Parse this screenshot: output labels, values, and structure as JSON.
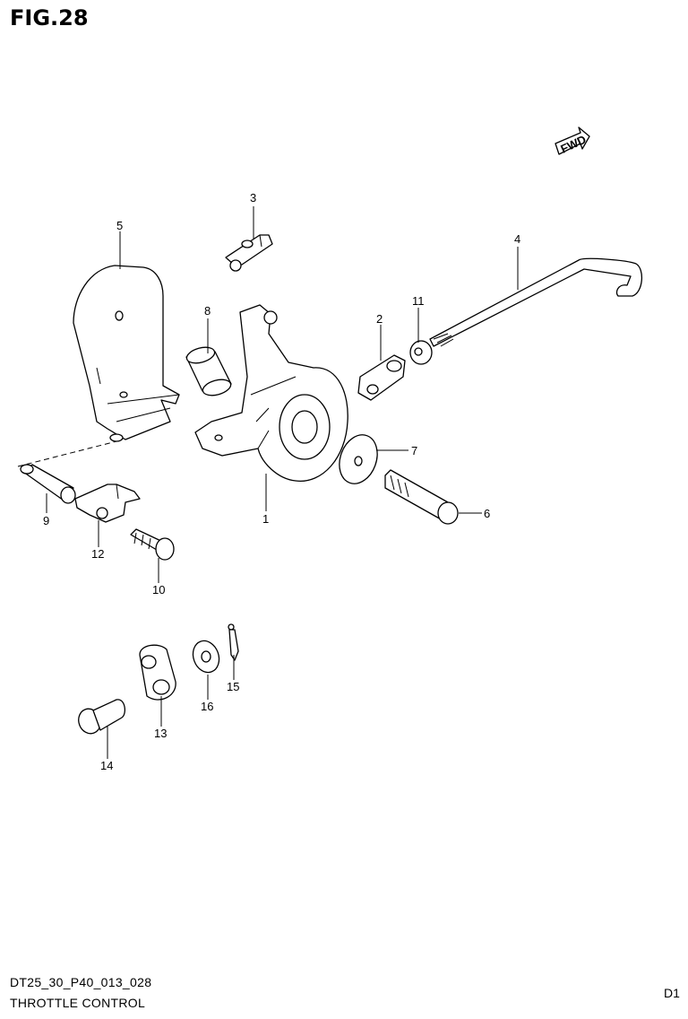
{
  "figure": {
    "title": "FIG.28",
    "code": "DT25_30_P40_013_028",
    "name": "THROTTLE CONTROL",
    "corner_text": "D1",
    "direction_badge": "FWD"
  },
  "callouts": [
    "1",
    "2",
    "3",
    "4",
    "5",
    "6",
    "7",
    "8",
    "9",
    "10",
    "11",
    "12",
    "13",
    "14",
    "15",
    "16"
  ]
}
